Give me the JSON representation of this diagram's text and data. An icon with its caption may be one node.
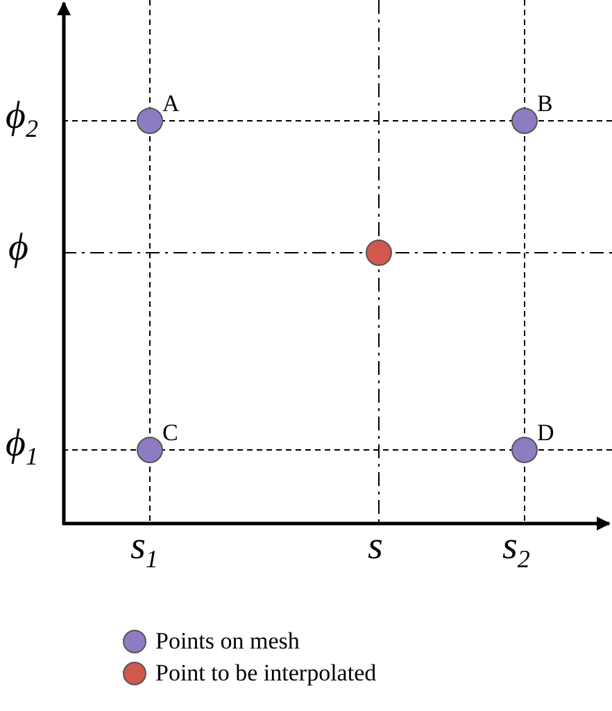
{
  "diagram": {
    "nodes": [
      {
        "text": [],
        "shape": "circle",
        "beside": [
          "A"
        ]
      },
      {
        "text": [],
        "shape": "circle",
        "beside": [
          "B"
        ]
      },
      {
        "text": [],
        "shape": "circle"
      },
      {
        "text": [],
        "shape": "circle",
        "beside": [
          "C"
        ]
      },
      {
        "text": [],
        "shape": "circle",
        "beside": [
          "D"
        ]
      }
    ],
    "edges": [],
    "labels": [
      "ϕ$_{2}$",
      "ϕ",
      "ϕ$_{1}$",
      "s$_{1}$",
      "s",
      "s$_{2}$"
    ],
    "legend": [
      {
        "text": "Points on mesh",
        "color": "#8e7cc3"
      },
      {
        "text": "Point to be interpolated",
        "color": "#d2574f"
      }
    ]
  }
}
